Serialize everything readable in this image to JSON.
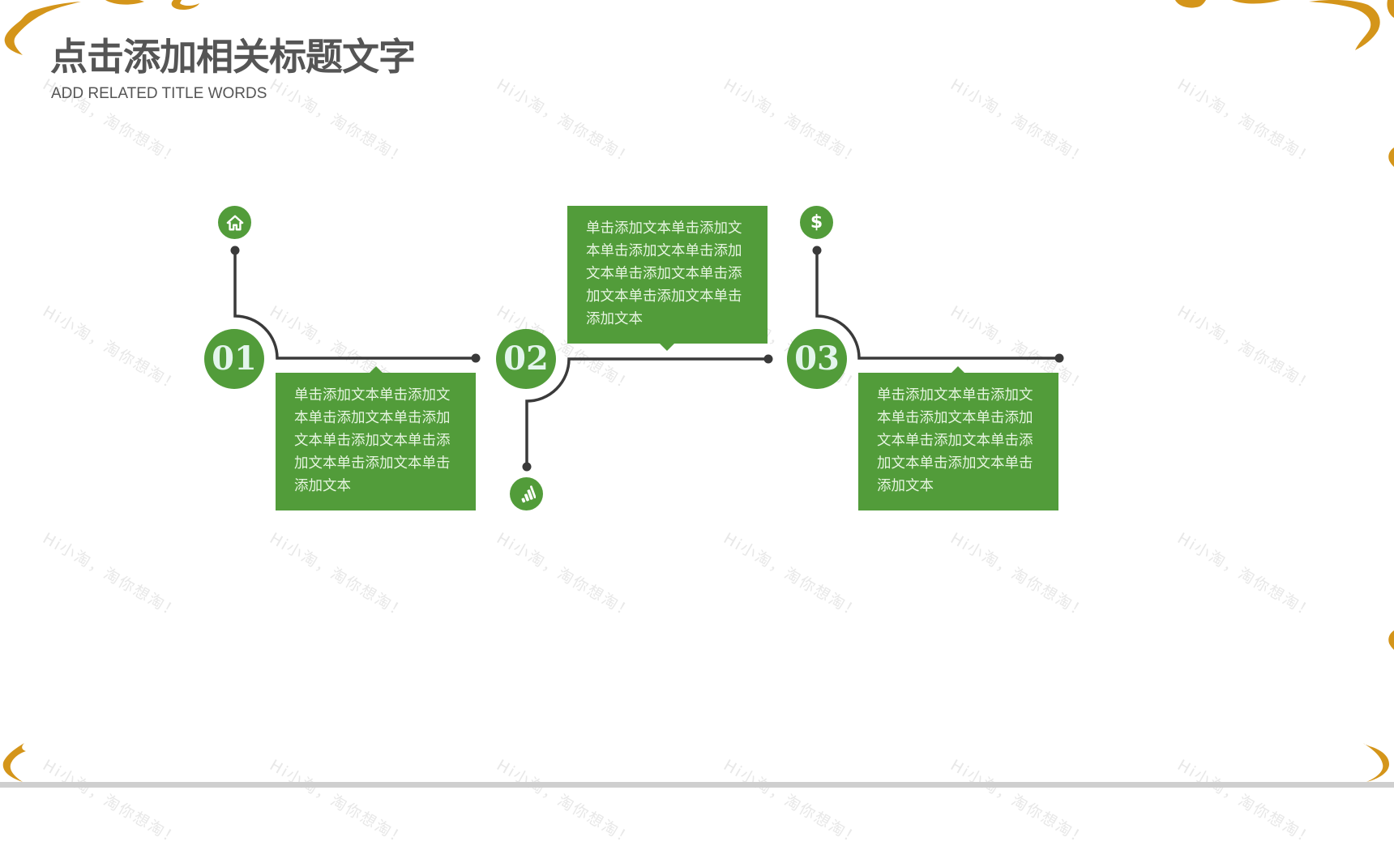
{
  "slide": {
    "title": "点击添加相关标题文字",
    "subtitle": "ADD RELATED TITLE WORDS",
    "watermark_text": "Hi小淘，淘你想淘！"
  },
  "colors": {
    "accent_green": "#529c3a",
    "connector": "#3a3a3a",
    "ornament_gold": "#d4951a",
    "title_gray": "#555555"
  },
  "steps": [
    {
      "number": "01",
      "icon": "home-icon",
      "text": "单击添加文本单击添加文本单击添加文本单击添加文本单击添加文本单击添加文本单击添加文本单击添加文本"
    },
    {
      "number": "02",
      "icon": "bar-chart-icon",
      "text": "单击添加文本单击添加文本单击添加文本单击添加文本单击添加文本单击添加文本单击添加文本单击添加文本"
    },
    {
      "number": "03",
      "icon": "dollar-icon",
      "icon_glyph": "$",
      "text": "单击添加文本单击添加文本单击添加文本单击添加文本单击添加文本单击添加文本单击添加文本单击添加文本"
    }
  ]
}
